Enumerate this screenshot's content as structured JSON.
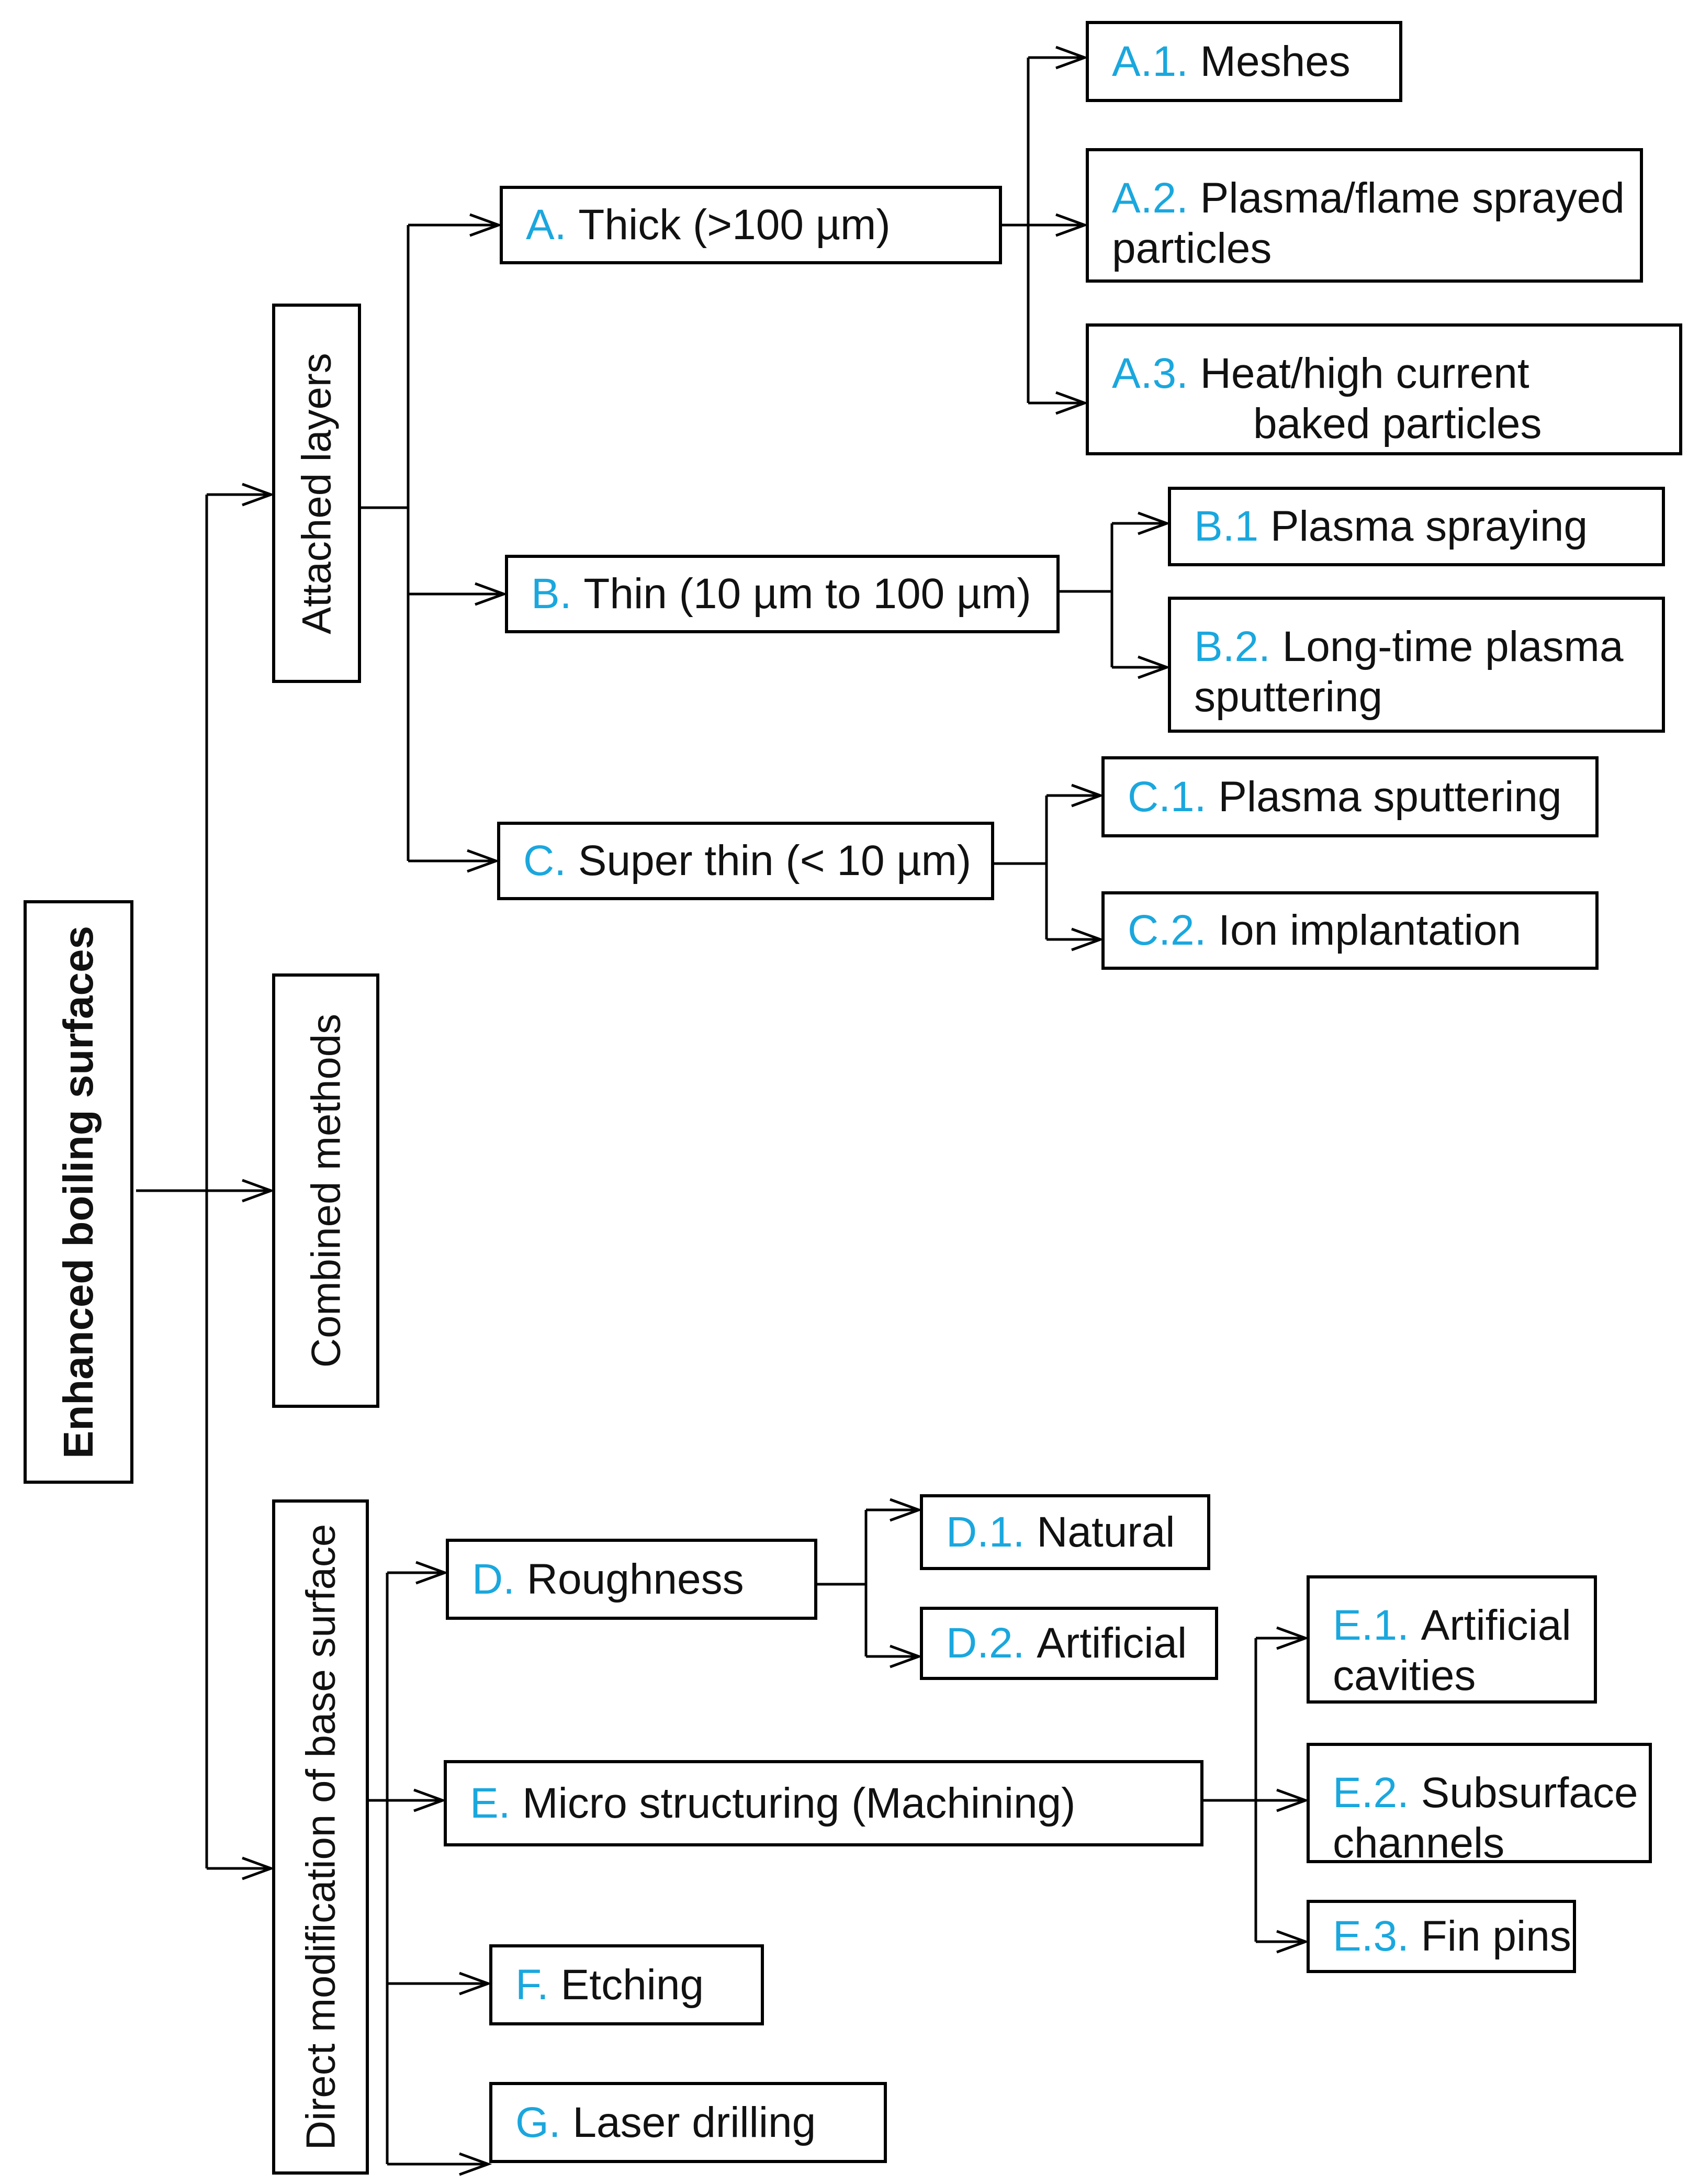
{
  "root": {
    "label": "Enhanced boiling surfaces"
  },
  "categories": {
    "attached": {
      "label": "Attached layers"
    },
    "combined": {
      "label": "Combined methods"
    },
    "direct": {
      "label": "Direct modification of base surface"
    }
  },
  "nodes": {
    "A": {
      "code": "A.",
      "text": "Thick (>100 µm)"
    },
    "A1": {
      "code": "A.1.",
      "text": "Meshes"
    },
    "A2": {
      "code": "A.2.",
      "text": "Plasma/flame sprayed",
      "text2": "particles"
    },
    "A3": {
      "code": "A.3.",
      "text": "Heat/high current",
      "text2": "baked particles"
    },
    "B": {
      "code": "B.",
      "text": "Thin (10 µm to 100 µm)"
    },
    "B1": {
      "code": "B.1",
      "text": "Plasma spraying"
    },
    "B2": {
      "code": "B.2.",
      "text": "Long-time plasma",
      "text2": "sputtering"
    },
    "C": {
      "code": "C.",
      "text": "Super thin (< 10 µm)"
    },
    "C1": {
      "code": "C.1.",
      "text": "Plasma sputtering"
    },
    "C2": {
      "code": "C.2.",
      "text": "Ion implantation"
    },
    "D": {
      "code": "D.",
      "text": "Roughness"
    },
    "D1": {
      "code": "D.1.",
      "text": "Natural"
    },
    "D2": {
      "code": "D.2.",
      "text": "Artificial"
    },
    "E": {
      "code": "E.",
      "text": "Micro structuring (Machining)"
    },
    "E1": {
      "code": "E.1.",
      "text": "Artificial",
      "text2": "cavities"
    },
    "E2": {
      "code": "E.2.",
      "text": "Subsurface",
      "text2": "channels"
    },
    "E3": {
      "code": "E.3.",
      "text": "Fin pins"
    },
    "F": {
      "code": "F.",
      "text": "Etching"
    },
    "G": {
      "code": "G.",
      "text": "Laser drilling"
    }
  },
  "colors": {
    "code": "#1aa7de",
    "line": "#000000",
    "text": "#111111"
  }
}
